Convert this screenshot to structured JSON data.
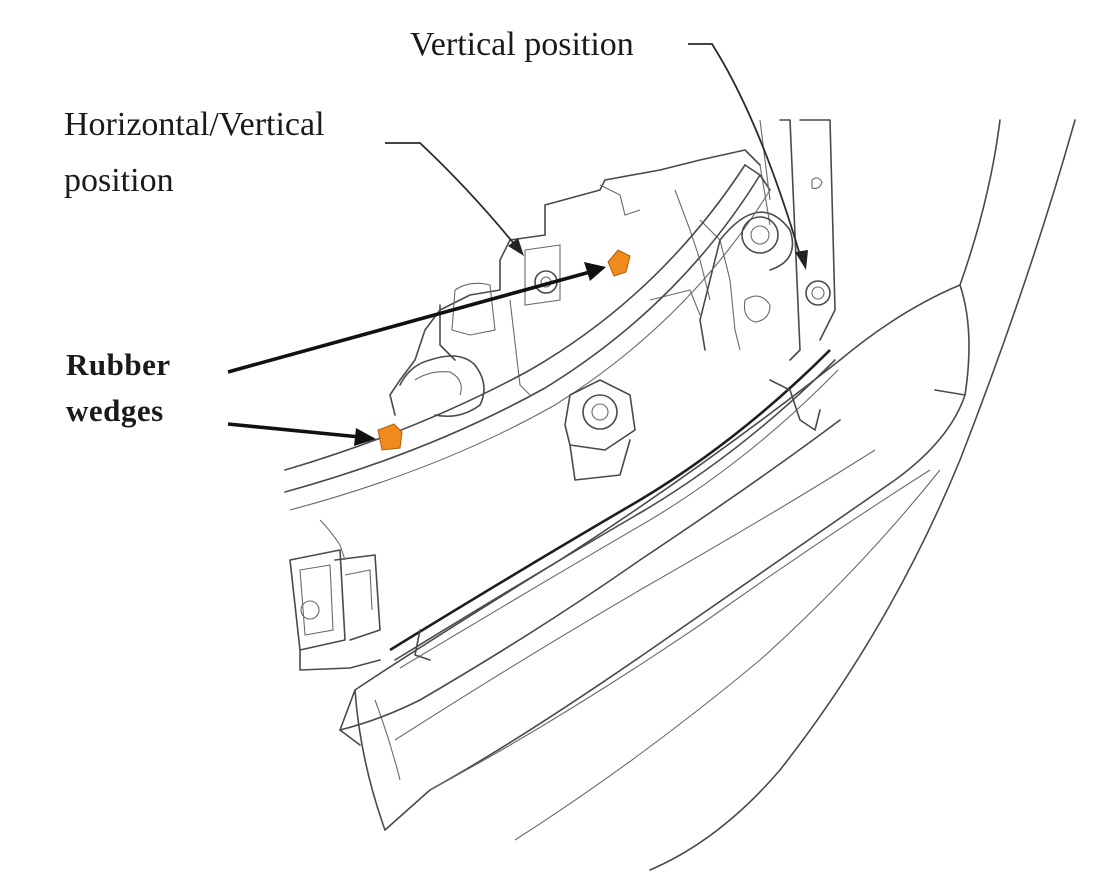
{
  "labels": {
    "vertical_position": "Vertical position",
    "horizontal_vertical_line1": "Horizontal/Vertical",
    "horizontal_vertical_line2": "position",
    "rubber_line1": "Rubber",
    "rubber_line2": "wedges"
  },
  "colors": {
    "wedge": "#f08a1c",
    "line": "#4a4a4a",
    "background": "#ffffff"
  },
  "icons": [
    "adjuster-screw-icon",
    "rubber-wedge-icon",
    "headlamp-outline"
  ]
}
